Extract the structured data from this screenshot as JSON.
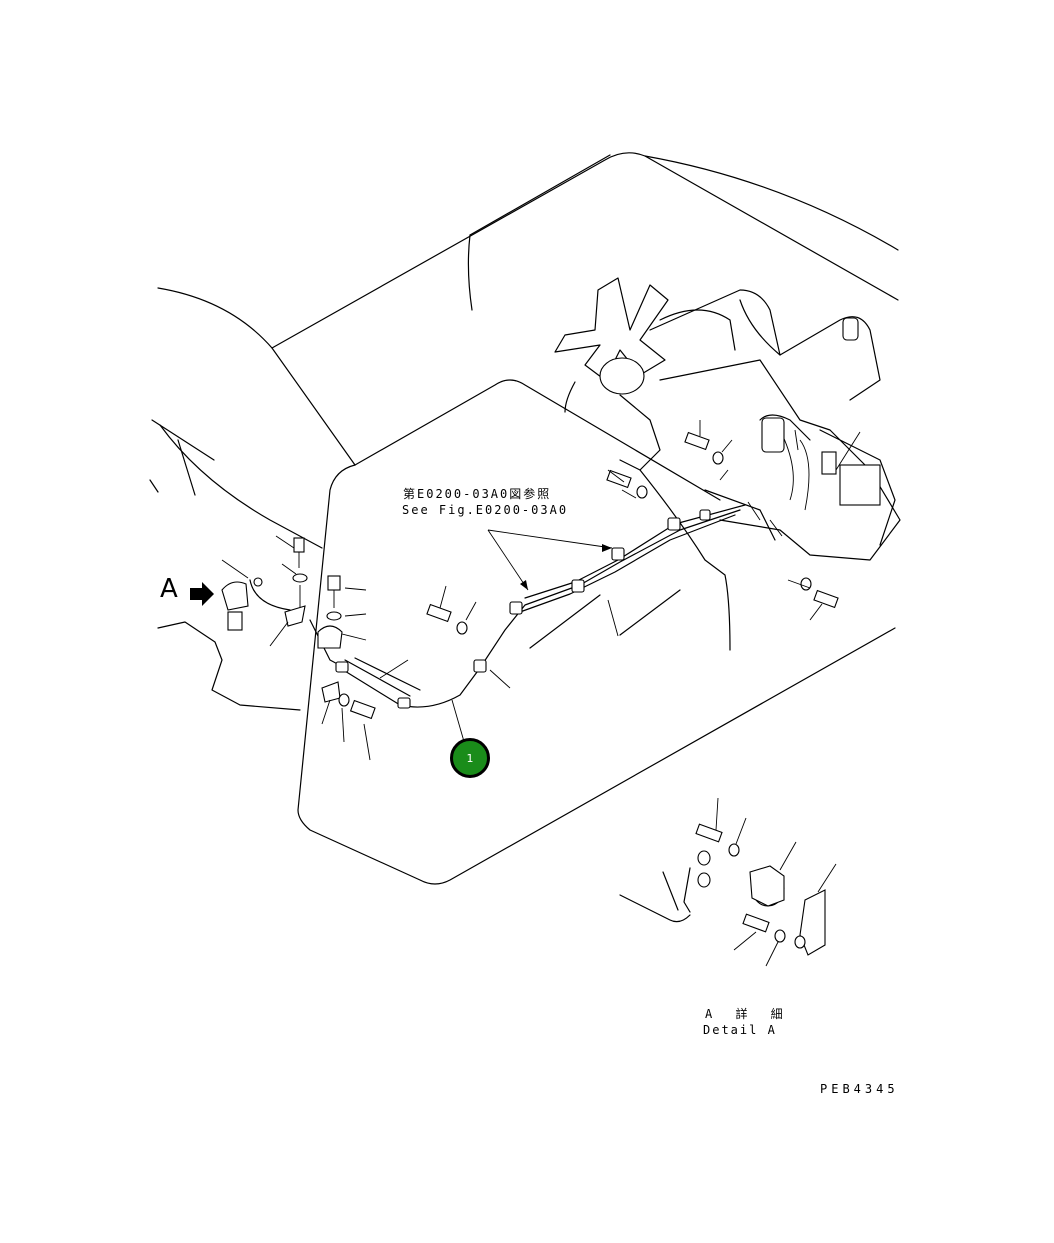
{
  "reference": {
    "jp": "第E0200-03A0図参照",
    "en": "See Fig.E0200-03A0"
  },
  "view_marker": "A",
  "callout": {
    "number": "1",
    "color": "#1a8c1a"
  },
  "detail": {
    "jp": "A 詳 細",
    "en": "Detail A"
  },
  "drawing_code": "PEB4345"
}
